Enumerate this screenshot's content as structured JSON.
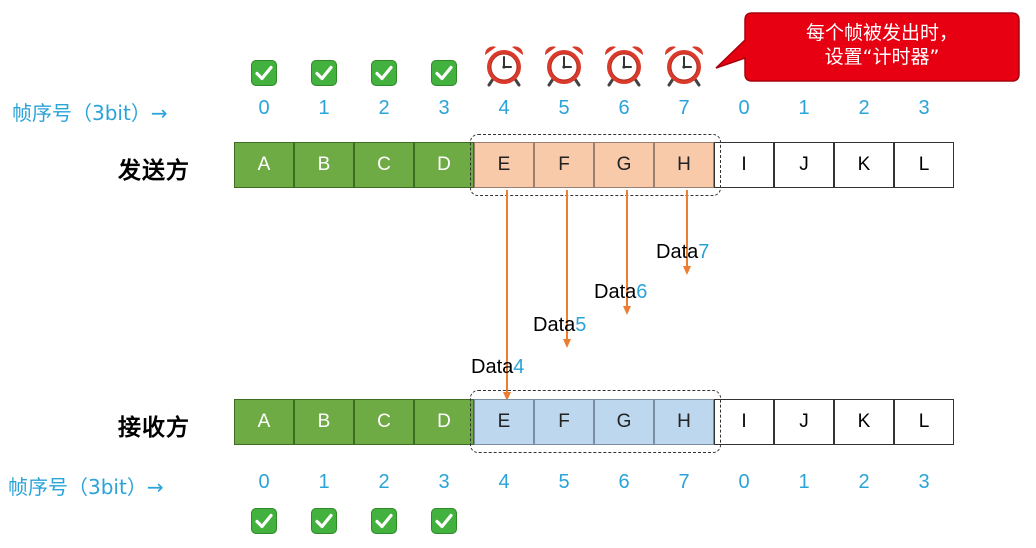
{
  "callout": {
    "line1": "每个帧被发出时，",
    "line2": "设置“计时器”",
    "color": "#e60012"
  },
  "sender": {
    "label": "发送方",
    "seq_label": "帧序号（3bit）→",
    "seq_numbers": [
      "0",
      "1",
      "2",
      "3",
      "4",
      "5",
      "6",
      "7",
      "0",
      "1",
      "2",
      "3"
    ],
    "frames": [
      "A",
      "B",
      "C",
      "D",
      "E",
      "F",
      "G",
      "H",
      "I",
      "J",
      "K",
      "L"
    ],
    "status": [
      "acked",
      "acked",
      "acked",
      "acked",
      "window",
      "window",
      "window",
      "window",
      "pending",
      "pending",
      "pending",
      "pending"
    ],
    "top_marks": [
      "check",
      "check",
      "check",
      "check",
      "alarm-clock",
      "alarm-clock",
      "alarm-clock",
      "alarm-clock"
    ]
  },
  "receiver": {
    "label": "接收方",
    "seq_label": "帧序号（3bit）→",
    "seq_numbers": [
      "0",
      "1",
      "2",
      "3",
      "4",
      "5",
      "6",
      "7",
      "0",
      "1",
      "2",
      "3"
    ],
    "frames": [
      "A",
      "B",
      "C",
      "D",
      "E",
      "F",
      "G",
      "H",
      "I",
      "J",
      "K",
      "L"
    ],
    "status": [
      "acked",
      "acked",
      "acked",
      "acked",
      "window",
      "window",
      "window",
      "window",
      "pending",
      "pending",
      "pending",
      "pending"
    ],
    "bottom_marks": [
      "check",
      "check",
      "check",
      "check"
    ]
  },
  "transfers": [
    {
      "prefix": "Data",
      "num": "4"
    },
    {
      "prefix": "Data",
      "num": "5"
    },
    {
      "prefix": "Data",
      "num": "6"
    },
    {
      "prefix": "Data",
      "num": "7"
    }
  ],
  "colors": {
    "acked": "#6fab45",
    "sender_window": "#f8caa9",
    "receiver_window": "#bdd7ee",
    "arrow": "#ed7d31",
    "seq_text": "#2aa3d8"
  }
}
